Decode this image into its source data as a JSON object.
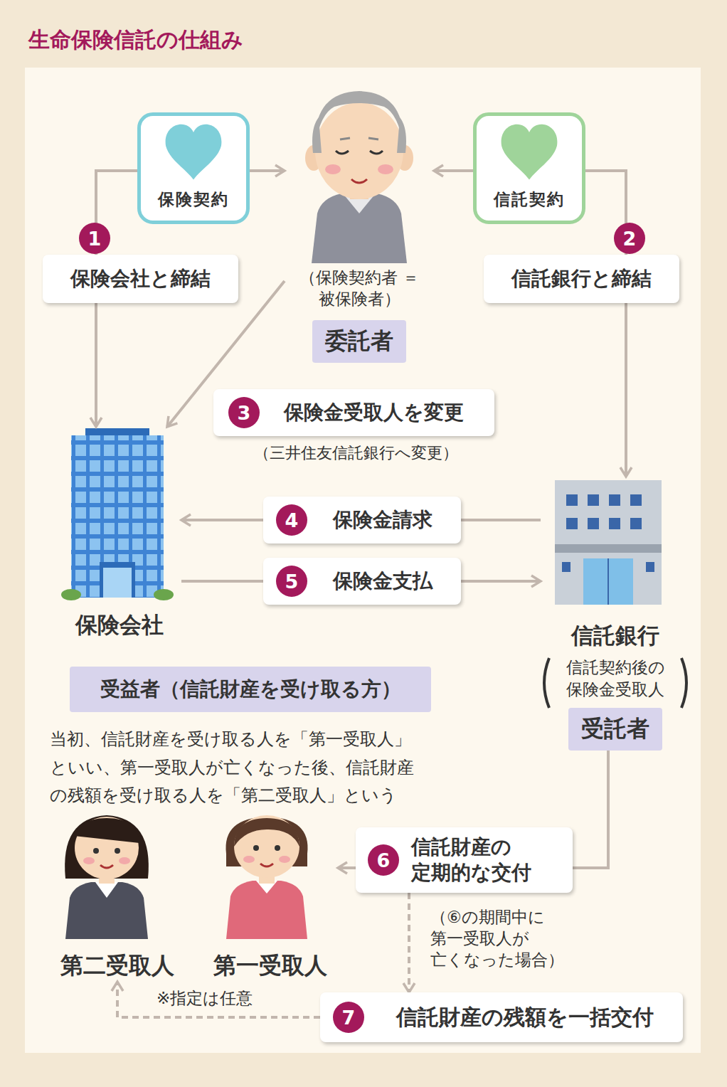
{
  "diagram": {
    "title": "生命保険信託の仕組み",
    "nodes": [
      {
        "text": [
          "保険契約"
        ]
      },
      {
        "text": [
          "（保険契約者 ＝被保険者）",
          "委託者"
        ]
      },
      {
        "text": [
          "信託契約"
        ]
      },
      {
        "text": [
          "保険会社と締結"
        ]
      },
      {
        "text": [
          "信託銀行と締結"
        ]
      },
      {
        "text": [
          "保険金受取人を変更"
        ]
      },
      {
        "text": [
          "保険会社"
        ]
      },
      {
        "text": [
          "保険金請求"
        ]
      },
      {
        "text": [
          "保険金支払"
        ]
      },
      {
        "text": [
          "信託銀行",
          "信託契約後の 保険金受取人",
          "受託者"
        ]
      },
      {
        "text": [
          "受益者（信託財産を受け取る方）"
        ]
      },
      {
        "text": [
          "信託財産の 定期的な交付"
        ]
      },
      {
        "text": [
          "第一受取人"
        ]
      },
      {
        "text": [
          "第二受取人"
        ]
      },
      {
        "text": [
          "信託財産の残額を一括交付"
        ]
      }
    ],
    "edges": [
      {
        "from": 0,
        "to": 1,
        "arrow": "to"
      },
      {
        "from": 0,
        "to": 3,
        "arrow": "none"
      },
      {
        "from": 3,
        "to": 6,
        "arrow": "to"
      },
      {
        "from": 2,
        "to": 1,
        "arrow": "to"
      },
      {
        "from": 2,
        "to": 4,
        "arrow": "none"
      },
      {
        "from": 4,
        "to": 9,
        "arrow": "to"
      },
      {
        "from": 1,
        "to": 6,
        "arrow": "to"
      },
      {
        "from": 9,
        "to": 7,
        "arrow": "none"
      },
      {
        "from": 7,
        "to": 6,
        "arrow": "to"
      },
      {
        "from": 6,
        "to": 8,
        "arrow": "none"
      },
      {
        "from": 8,
        "to": 9,
        "arrow": "to"
      },
      {
        "from": 9,
        "to": 11,
        "arrow": "none"
      },
      {
        "from": 11,
        "to": 12,
        "arrow": "to"
      },
      {
        "from": 11,
        "to": 14,
        "arrow": "to"
      },
      {
        "from": 14,
        "to": 13,
        "arrow": "to"
      }
    ],
    "labels": [
      "1",
      "2",
      "3",
      "（三井住友信託銀行へ変更）",
      "4",
      "5",
      "当初、信託財産を受け取る人を「第一受取人」 といい、第一受取人が亡くなった後、信託財産 の残額を受け取る人を「第二受取人」という",
      "6",
      "（⑥の期間中に 第一受取人が 亡くなった場合）",
      "7",
      "※指定は任意"
    ]
  }
}
